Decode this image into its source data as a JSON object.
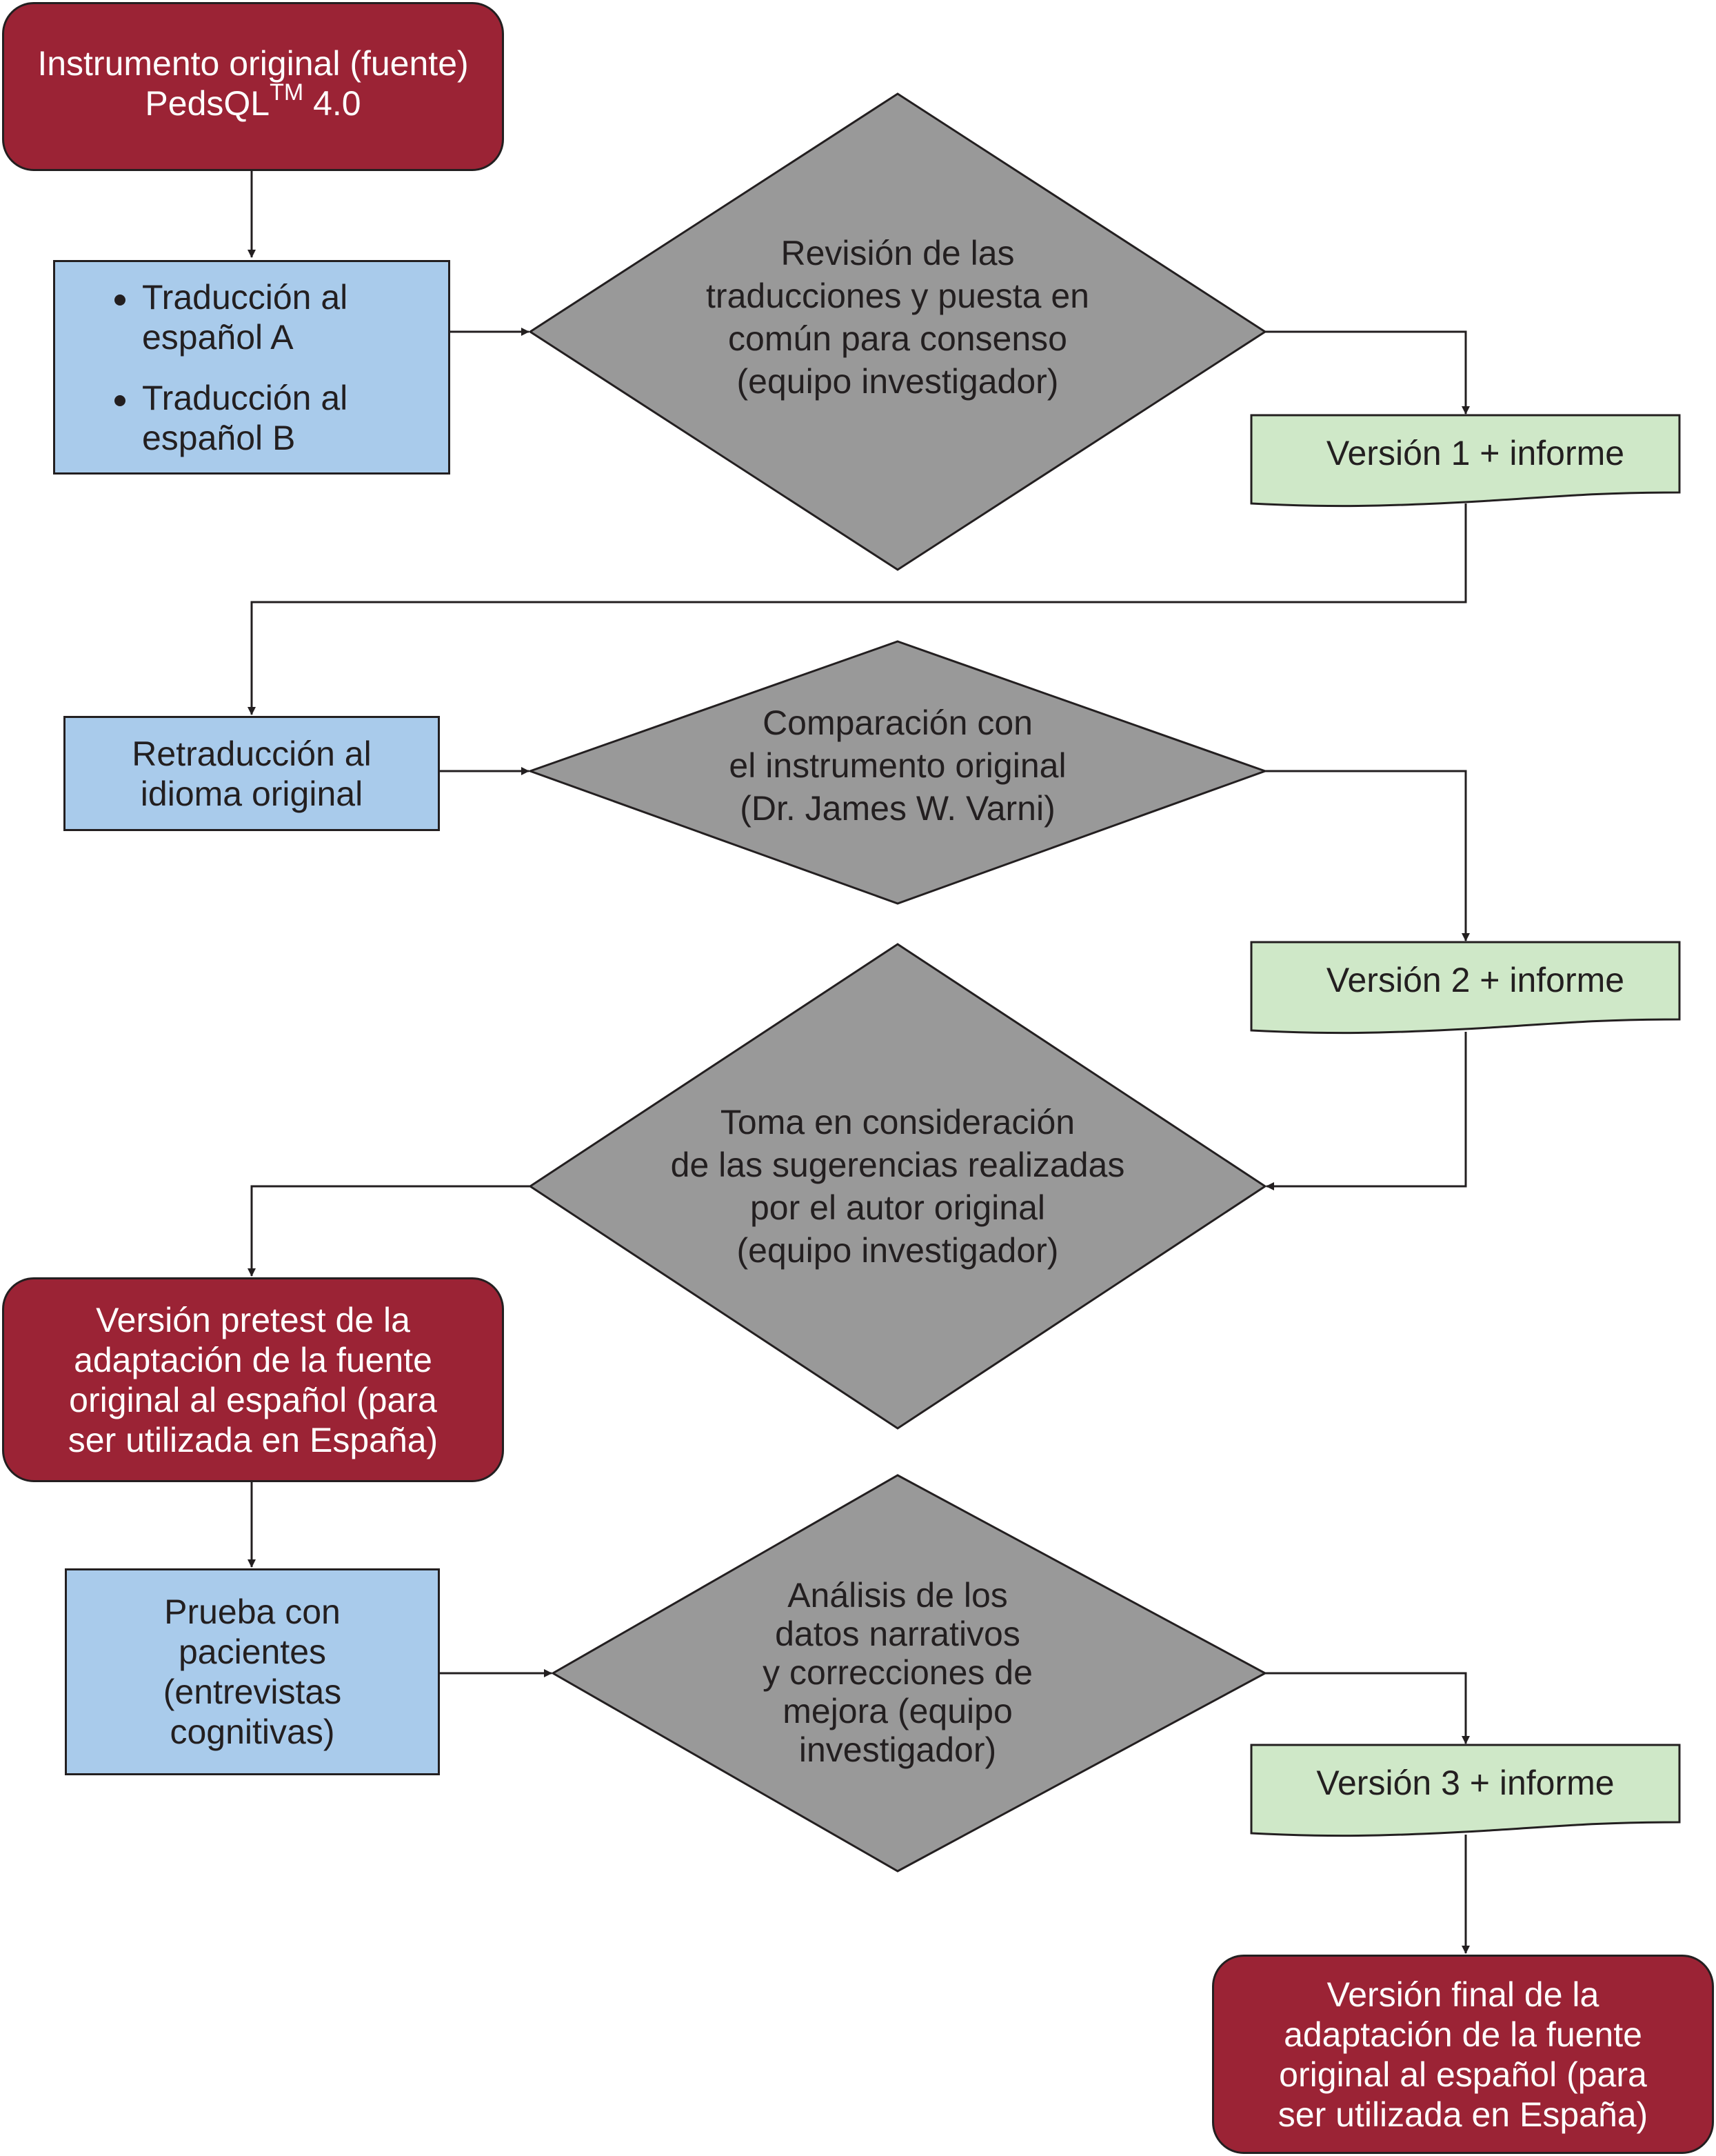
{
  "source": {
    "lines": [
      "Instrumento original (fuente)",
      "PedsQL"
    ],
    "superscript": "TM",
    "version": " 4.0",
    "color": "#9b2335"
  },
  "translations": {
    "items": [
      {
        "lines": [
          "Traducción al",
          "español A"
        ]
      },
      {
        "lines": [
          "Traducción al",
          "español B"
        ]
      }
    ],
    "color": "#a9cbeb"
  },
  "review": {
    "lines": [
      "Revisión de las",
      "traducciones y puesta en",
      "común para consenso",
      "(equipo investigador)"
    ],
    "color": "#999999"
  },
  "version1": {
    "label": "Versión 1 + informe",
    "color": "#cfe8c8"
  },
  "back_translation": {
    "lines": [
      "Retraducción al",
      "idioma original"
    ]
  },
  "comparison": {
    "lines": [
      "Comparación con",
      "el instrumento original",
      "(Dr. James W. Varni)"
    ]
  },
  "version2": {
    "label": "Versión 2 + informe"
  },
  "consideration": {
    "lines": [
      "Toma en consideración",
      "de las sugerencias realizadas",
      "por el autor original",
      "(equipo investigador)"
    ]
  },
  "pretest": {
    "lines": [
      "Versión pretest de la",
      "adaptación de la fuente",
      "original al español (para",
      "ser utilizada en España)"
    ]
  },
  "patients": {
    "lines": [
      "Prueba con",
      "pacientes",
      "(entrevistas",
      "cognitivas)"
    ]
  },
  "analysis": {
    "lines": [
      "Análisis de los",
      "datos narrativos",
      "y correcciones de",
      "mejora (equipo",
      "investigador)"
    ]
  },
  "version3": {
    "label": "Versión 3 + informe"
  },
  "final": {
    "lines": [
      "Versión final de la",
      "adaptación de la fuente",
      "original al español (para",
      "ser utilizada en España)"
    ]
  }
}
